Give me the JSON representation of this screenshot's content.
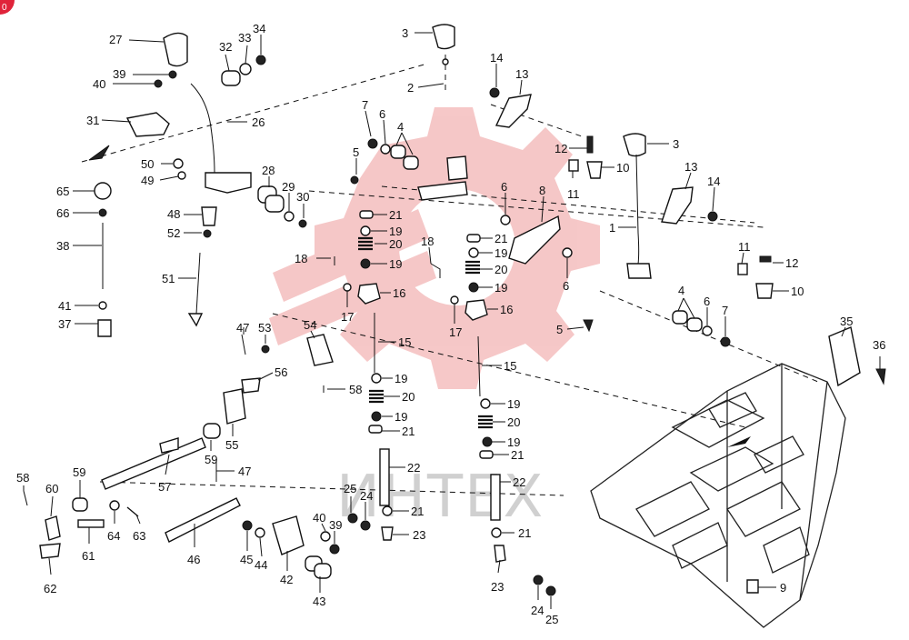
{
  "watermark": {
    "text": "ИНТЕХ",
    "color": "#f3b6b6"
  },
  "corner_badge": {
    "color": "#e0243a"
  },
  "callouts": [
    {
      "id": "c27",
      "label": "27"
    },
    {
      "id": "c39a",
      "label": "39"
    },
    {
      "id": "c40a",
      "label": "40"
    },
    {
      "id": "c31",
      "label": "31"
    },
    {
      "id": "c26",
      "label": "26"
    },
    {
      "id": "c32",
      "label": "32"
    },
    {
      "id": "c33",
      "label": "33"
    },
    {
      "id": "c34",
      "label": "34"
    },
    {
      "id": "c50",
      "label": "50"
    },
    {
      "id": "c49",
      "label": "49"
    },
    {
      "id": "c65",
      "label": "65"
    },
    {
      "id": "c66",
      "label": "66"
    },
    {
      "id": "c38",
      "label": "38"
    },
    {
      "id": "c41",
      "label": "41"
    },
    {
      "id": "c37",
      "label": "37"
    },
    {
      "id": "c28",
      "label": "28"
    },
    {
      "id": "c29",
      "label": "29"
    },
    {
      "id": "c30",
      "label": "30"
    },
    {
      "id": "c48",
      "label": "48"
    },
    {
      "id": "c52",
      "label": "52"
    },
    {
      "id": "c51",
      "label": "51"
    },
    {
      "id": "c3a",
      "label": "3"
    },
    {
      "id": "c2",
      "label": "2"
    },
    {
      "id": "c14a",
      "label": "14"
    },
    {
      "id": "c13a",
      "label": "13"
    },
    {
      "id": "c7a",
      "label": "7"
    },
    {
      "id": "c6a",
      "label": "6"
    },
    {
      "id": "c4a",
      "label": "4"
    },
    {
      "id": "c5a",
      "label": "5"
    },
    {
      "id": "c12a",
      "label": "12"
    },
    {
      "id": "c10a",
      "label": "10"
    },
    {
      "id": "c11a",
      "label": "11"
    },
    {
      "id": "c3b",
      "label": "3"
    },
    {
      "id": "c13b",
      "label": "13"
    },
    {
      "id": "c14b",
      "label": "14"
    },
    {
      "id": "c6b",
      "label": "6"
    },
    {
      "id": "c8",
      "label": "8"
    },
    {
      "id": "c1",
      "label": "1"
    },
    {
      "id": "c21a",
      "label": "21"
    },
    {
      "id": "c19a",
      "label": "19"
    },
    {
      "id": "c20a",
      "label": "20"
    },
    {
      "id": "c19b",
      "label": "19"
    },
    {
      "id": "c18a",
      "label": "18"
    },
    {
      "id": "c18b",
      "label": "18"
    },
    {
      "id": "c21b",
      "label": "21"
    },
    {
      "id": "c19c",
      "label": "19"
    },
    {
      "id": "c20b",
      "label": "20"
    },
    {
      "id": "c19d",
      "label": "19"
    },
    {
      "id": "c6c",
      "label": "6"
    },
    {
      "id": "c11b",
      "label": "11"
    },
    {
      "id": "c12b",
      "label": "12"
    },
    {
      "id": "c10b",
      "label": "10"
    },
    {
      "id": "c16a",
      "label": "16"
    },
    {
      "id": "c17a",
      "label": "17"
    },
    {
      "id": "c16b",
      "label": "16"
    },
    {
      "id": "c17b",
      "label": "17"
    },
    {
      "id": "c5b",
      "label": "5"
    },
    {
      "id": "c4b",
      "label": "4"
    },
    {
      "id": "c6d",
      "label": "6"
    },
    {
      "id": "c7b",
      "label": "7"
    },
    {
      "id": "c47a",
      "label": "47"
    },
    {
      "id": "c53",
      "label": "53"
    },
    {
      "id": "c54",
      "label": "54"
    },
    {
      "id": "c15a",
      "label": "15"
    },
    {
      "id": "c15b",
      "label": "15"
    },
    {
      "id": "c35",
      "label": "35"
    },
    {
      "id": "c36",
      "label": "36"
    },
    {
      "id": "c56",
      "label": "56"
    },
    {
      "id": "c58a",
      "label": "58"
    },
    {
      "id": "c19e",
      "label": "19"
    },
    {
      "id": "c20c",
      "label": "20"
    },
    {
      "id": "c19f",
      "label": "19"
    },
    {
      "id": "c21c",
      "label": "21"
    },
    {
      "id": "c19g",
      "label": "19"
    },
    {
      "id": "c20d",
      "label": "20"
    },
    {
      "id": "c19h",
      "label": "19"
    },
    {
      "id": "c21d",
      "label": "21"
    },
    {
      "id": "c55",
      "label": "55"
    },
    {
      "id": "c59a",
      "label": "59"
    },
    {
      "id": "c22a",
      "label": "22"
    },
    {
      "id": "c22b",
      "label": "22"
    },
    {
      "id": "c57",
      "label": "57"
    },
    {
      "id": "c47b",
      "label": "47"
    },
    {
      "id": "c58b",
      "label": "58"
    },
    {
      "id": "c59b",
      "label": "59"
    },
    {
      "id": "c60",
      "label": "60"
    },
    {
      "id": "c25a",
      "label": "25"
    },
    {
      "id": "c24a",
      "label": "24"
    },
    {
      "id": "c21e",
      "label": "21"
    },
    {
      "id": "c21f",
      "label": "21"
    },
    {
      "id": "c40b",
      "label": "40"
    },
    {
      "id": "c39b",
      "label": "39"
    },
    {
      "id": "c23a",
      "label": "23"
    },
    {
      "id": "c64",
      "label": "64"
    },
    {
      "id": "c63",
      "label": "63"
    },
    {
      "id": "c61",
      "label": "61"
    },
    {
      "id": "c46",
      "label": "46"
    },
    {
      "id": "c45",
      "label": "45"
    },
    {
      "id": "c44",
      "label": "44"
    },
    {
      "id": "c42",
      "label": "42"
    },
    {
      "id": "c43",
      "label": "43"
    },
    {
      "id": "c62",
      "label": "62"
    },
    {
      "id": "c23b",
      "label": "23"
    },
    {
      "id": "c9",
      "label": "9"
    },
    {
      "id": "c24b",
      "label": "24"
    },
    {
      "id": "c25b",
      "label": "25"
    }
  ]
}
